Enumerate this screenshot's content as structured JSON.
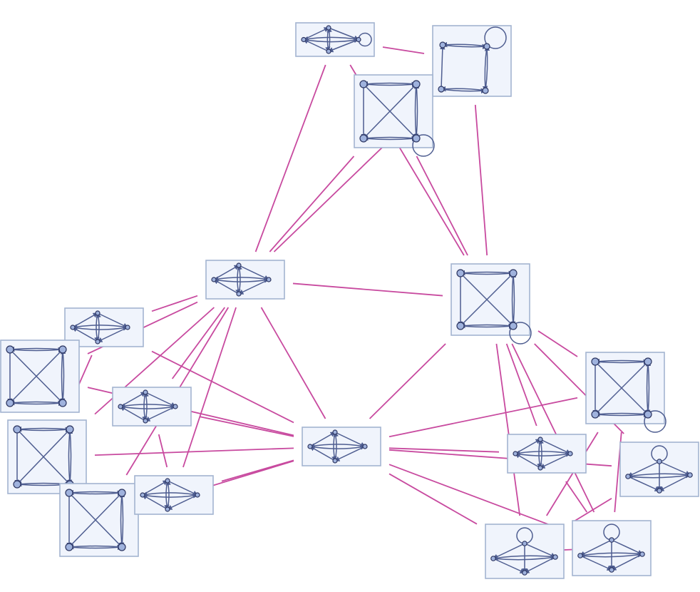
{
  "colors": {
    "background": "#ffffff",
    "edge_main": "#c84a9f",
    "node_box_fill": "#f0f4fc",
    "node_box_border": "#a3b4d0",
    "subgraph_edge": "#4e5d90",
    "subgraph_node_fill": "#9fb2dd",
    "subgraph_node_stroke": "#2c3560"
  },
  "graph": {
    "type": "graph-of-graphs",
    "nodes": [
      {
        "id": "n-top-left",
        "kind": "diamond",
        "loop": true
      },
      {
        "id": "n-top-right",
        "kind": "square-cycle",
        "loop": true
      },
      {
        "id": "n-top-mid",
        "kind": "square-cross",
        "loop": true
      },
      {
        "id": "n-mid-left",
        "kind": "diamond",
        "loop": false
      },
      {
        "id": "n-mid-right",
        "kind": "square-cross",
        "loop": true
      },
      {
        "id": "n-left-a",
        "kind": "diamond",
        "loop": false
      },
      {
        "id": "n-left-b",
        "kind": "square-cross",
        "loop": false
      },
      {
        "id": "n-left-c",
        "kind": "diamond",
        "loop": false
      },
      {
        "id": "n-left-d",
        "kind": "square-cross",
        "loop": false
      },
      {
        "id": "n-left-e",
        "kind": "square-cross",
        "loop": false
      },
      {
        "id": "n-left-f",
        "kind": "diamond",
        "loop": false
      },
      {
        "id": "n-center",
        "kind": "diamond",
        "loop": false
      },
      {
        "id": "n-right-a",
        "kind": "square-cross",
        "loop": true
      },
      {
        "id": "n-right-b",
        "kind": "diamond",
        "loop": false
      },
      {
        "id": "n-right-c",
        "kind": "fan",
        "loop": true
      },
      {
        "id": "n-bot-a",
        "kind": "fan",
        "loop": true
      },
      {
        "id": "n-bot-b",
        "kind": "fan",
        "loop": true
      }
    ],
    "edges": [
      [
        "n-top-left",
        "n-top-right"
      ],
      [
        "n-top-left",
        "n-mid-left"
      ],
      [
        "n-top-mid",
        "n-mid-left"
      ],
      [
        "n-top-right",
        "n-mid-left"
      ],
      [
        "n-top-mid",
        "n-mid-right"
      ],
      [
        "n-top-left",
        "n-mid-right"
      ],
      [
        "n-top-right",
        "n-mid-right"
      ],
      [
        "n-mid-left",
        "n-mid-right"
      ],
      [
        "n-mid-left",
        "n-center"
      ],
      [
        "n-mid-right",
        "n-center"
      ],
      [
        "n-mid-left",
        "n-left-a"
      ],
      [
        "n-mid-left",
        "n-left-b"
      ],
      [
        "n-mid-left",
        "n-left-c"
      ],
      [
        "n-mid-left",
        "n-left-d"
      ],
      [
        "n-mid-left",
        "n-left-e"
      ],
      [
        "n-mid-left",
        "n-left-f"
      ],
      [
        "n-left-a",
        "n-center"
      ],
      [
        "n-left-b",
        "n-center"
      ],
      [
        "n-left-c",
        "n-center"
      ],
      [
        "n-left-d",
        "n-center"
      ],
      [
        "n-left-e",
        "n-center"
      ],
      [
        "n-left-f",
        "n-center"
      ],
      [
        "n-left-b",
        "n-left-e"
      ],
      [
        "n-left-a",
        "n-left-d"
      ],
      [
        "n-left-c",
        "n-left-f"
      ],
      [
        "n-mid-right",
        "n-right-a"
      ],
      [
        "n-mid-right",
        "n-right-b"
      ],
      [
        "n-mid-right",
        "n-right-c"
      ],
      [
        "n-mid-right",
        "n-bot-a"
      ],
      [
        "n-mid-right",
        "n-bot-b"
      ],
      [
        "n-center",
        "n-right-a"
      ],
      [
        "n-center",
        "n-right-b"
      ],
      [
        "n-center",
        "n-right-c"
      ],
      [
        "n-center",
        "n-bot-a"
      ],
      [
        "n-center",
        "n-bot-b"
      ],
      [
        "n-right-a",
        "n-bot-a"
      ],
      [
        "n-right-a",
        "n-bot-b"
      ],
      [
        "n-right-b",
        "n-bot-b"
      ],
      [
        "n-right-c",
        "n-bot-a"
      ],
      [
        "n-bot-a",
        "n-bot-b"
      ]
    ]
  }
}
